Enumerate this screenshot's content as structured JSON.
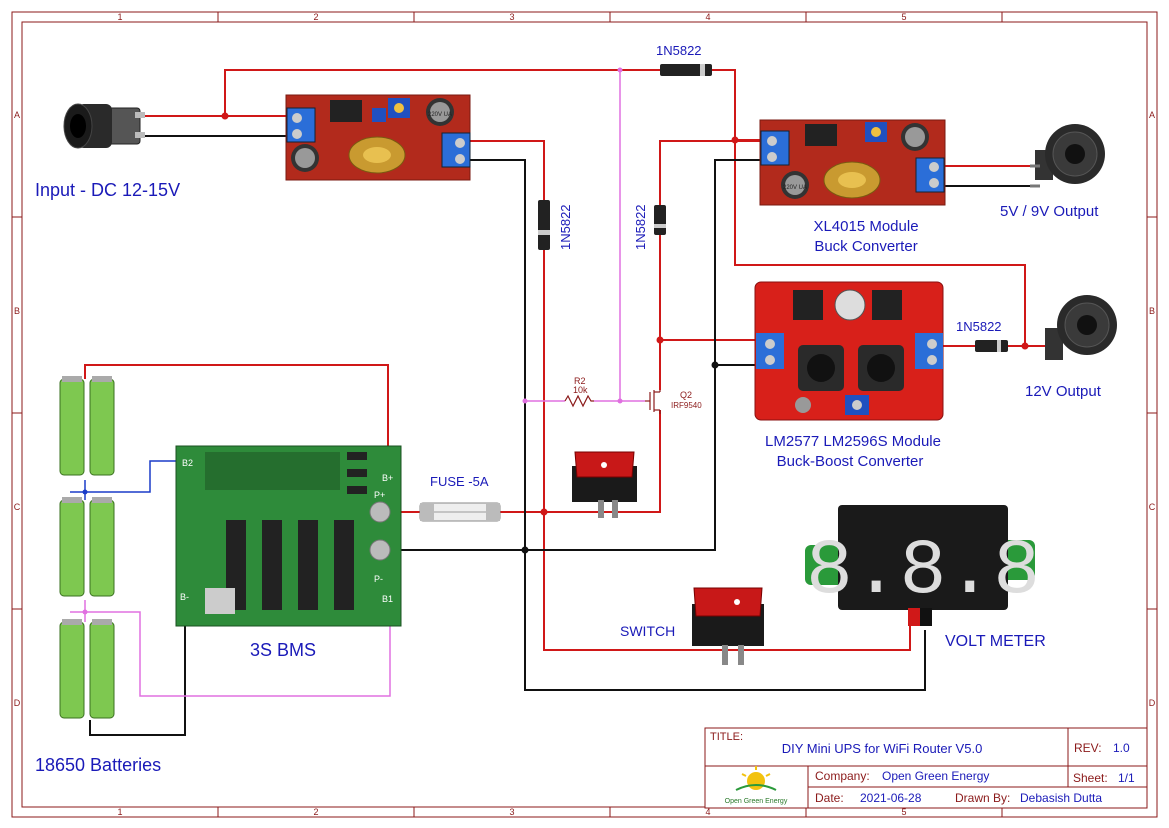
{
  "grid": {
    "cols": [
      "1",
      "2",
      "3",
      "4",
      "5"
    ],
    "rows": [
      "A",
      "B",
      "C",
      "D"
    ]
  },
  "labels": {
    "input": "Input - DC 12-15V",
    "diode_top": "1N5822",
    "diode_v1": "1N5822",
    "diode_v2": "1N5822",
    "diode_12v": "1N5822",
    "xl4015_line1": "XL4015 Module",
    "xl4015_line2": "Buck Converter",
    "out_5v9v": "5V / 9V Output",
    "out_12v": "12V Output",
    "lm_line1": "LM2577 LM2596S Module",
    "lm_line2": "Buck-Boost Converter",
    "r2": "R2",
    "r2_val": "10k",
    "q2": "Q2",
    "q2_part": "IRF9540",
    "fuse": "FUSE -5A",
    "bms": "3S BMS",
    "switch": "SWITCH",
    "voltmeter": "VOLT METER",
    "batteries": "18650 Batteries"
  },
  "title_block": {
    "title_label": "TITLE:",
    "title": "DIY Mini UPS for WiFi Router V5.0",
    "rev_label": "REV:",
    "rev": "1.0",
    "company_label": "Company:",
    "company": "Open Green Energy",
    "sheet_label": "Sheet:",
    "sheet": "1/1",
    "date_label": "Date:",
    "date": "2021-06-28",
    "drawn_label": "Drawn By:",
    "drawn": "Debasish Dutta",
    "logo_text": "Open Green Energy"
  },
  "module_text": {
    "cap1": "220V UA",
    "cap2": "220V UA",
    "bms_pins": [
      "B2",
      "B+",
      "P+",
      "P-",
      "B-",
      "B1"
    ],
    "display": "8.8.8"
  },
  "colors": {
    "wire_red": "#d01818",
    "wire_black": "#111111",
    "wire_pink": "#e070e0",
    "wire_blue": "#1a3cc8",
    "frame": "#8b1a1a",
    "label": "#1a1ab8"
  }
}
